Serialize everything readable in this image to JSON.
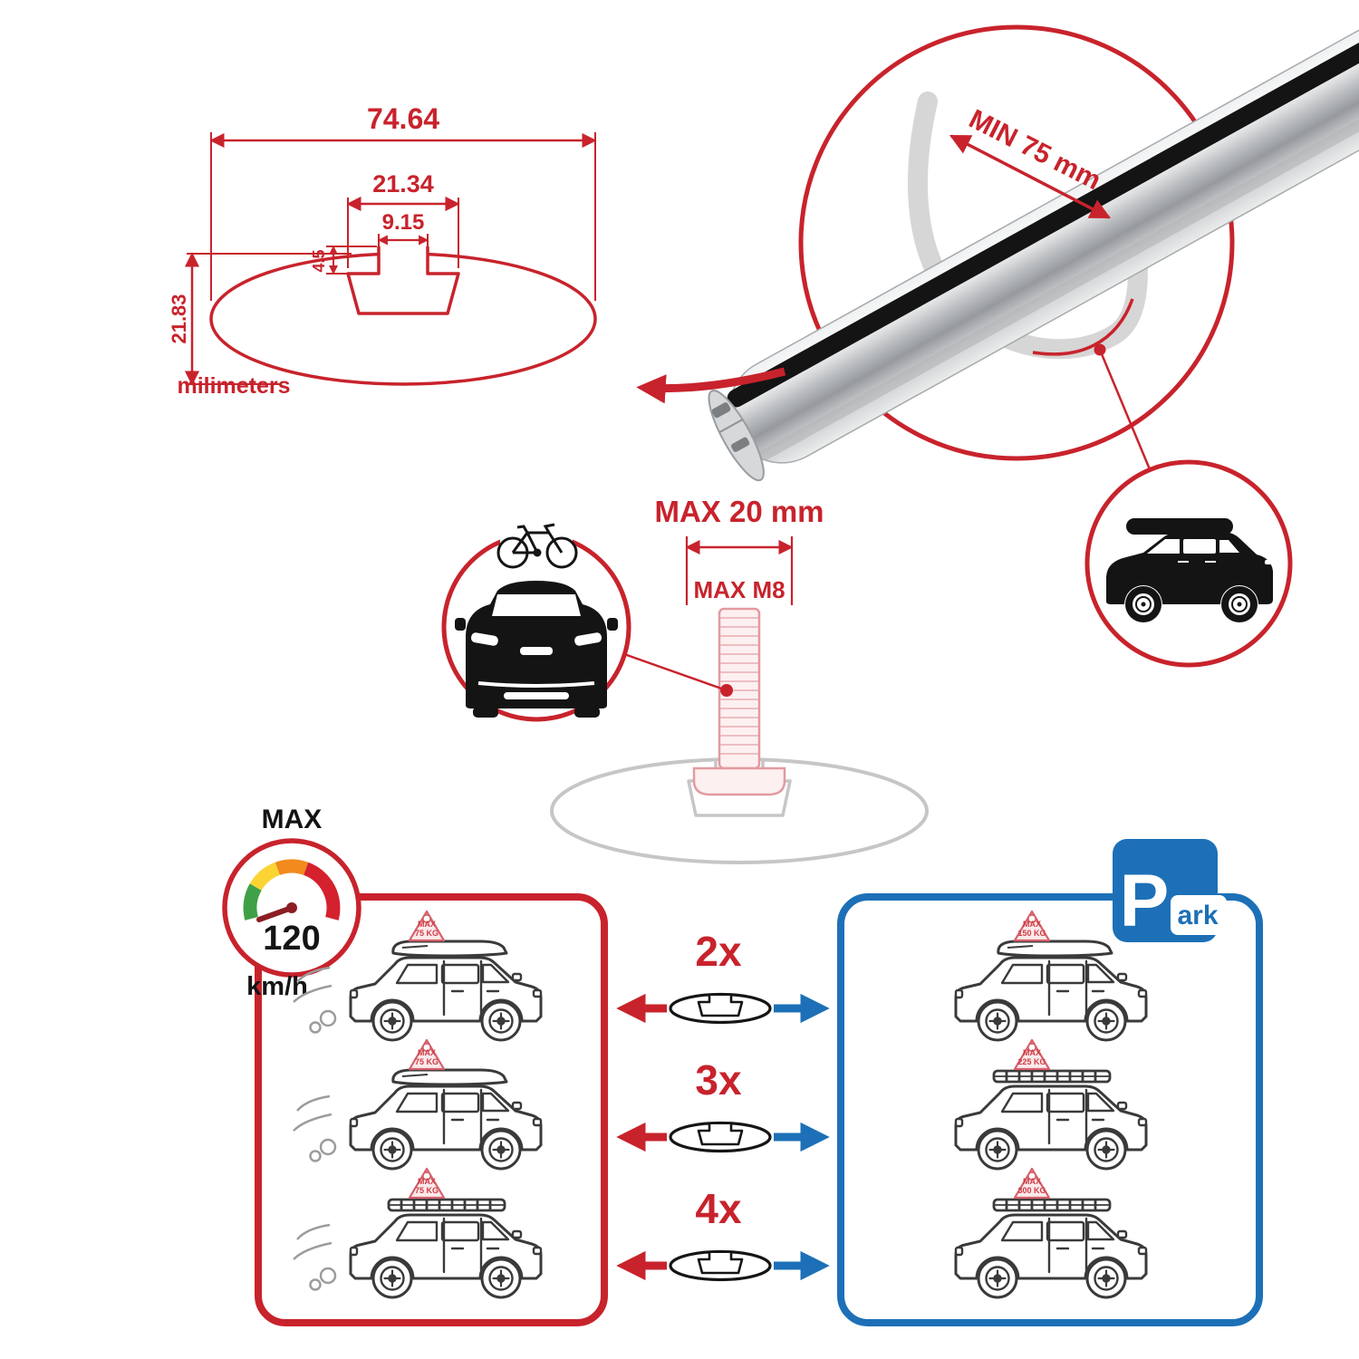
{
  "colors": {
    "accent_red": "#c8232c",
    "accent_blue": "#1d70b7",
    "profile_gray": "#c6c6c6",
    "ink_black": "#141414"
  },
  "cross_section": {
    "overall_width": "74.64",
    "channel_width": "21.34",
    "slot_width": "9.15",
    "lip_depth": "4.5",
    "overall_height": "21.83",
    "units": "milimeters"
  },
  "bar_closeup": {
    "min_clamp": "MIN 75 mm"
  },
  "bolt": {
    "max_length": "MAX 20 mm",
    "max_thread": "MAX M8"
  },
  "speed": {
    "label": "MAX",
    "value": "120",
    "unit": "km/h"
  },
  "left_panel": {
    "cars": [
      {
        "max": "MAX",
        "load": "75 KG"
      },
      {
        "max": "MAX",
        "load": "75 KG"
      },
      {
        "max": "MAX",
        "load": "75 KG"
      }
    ]
  },
  "right_panel": {
    "sign": {
      "p": "P",
      "ark": "ark"
    },
    "cars": [
      {
        "max": "MAX",
        "load": "150 KG"
      },
      {
        "max": "MAX",
        "load": "225 KG"
      },
      {
        "max": "MAX",
        "load": "300 KG"
      }
    ]
  },
  "quantities": [
    {
      "label": "2x"
    },
    {
      "label": "3x"
    },
    {
      "label": "4x"
    }
  ]
}
